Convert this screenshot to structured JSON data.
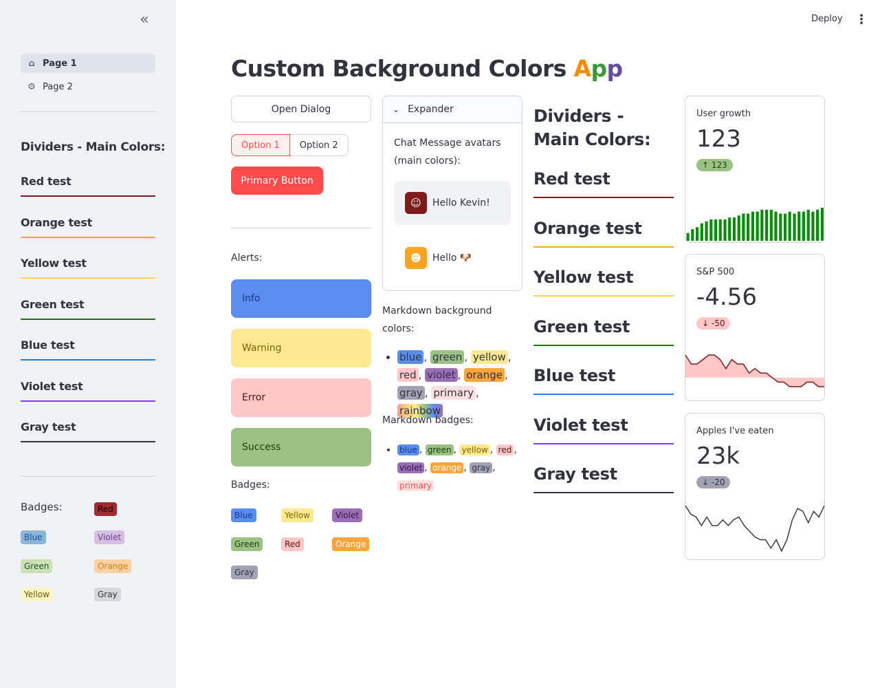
{
  "sidebar": {
    "nav": [
      {
        "label": "Page 1",
        "icon": "home-icon"
      },
      {
        "label": "Page 2",
        "icon": "gear-icon"
      }
    ],
    "heading": "Dividers - Main Colors:",
    "dividers": [
      {
        "label": "Red test",
        "color": "#7d1a1a"
      },
      {
        "label": "Orange test",
        "color": "#ffa421"
      },
      {
        "label": "Yellow test",
        "color": "#ffd24a"
      },
      {
        "label": "Green test",
        "color": "#157a15"
      },
      {
        "label": "Blue test",
        "color": "#1c83e1"
      },
      {
        "label": "Violet test",
        "color": "#803df5"
      },
      {
        "label": "Gray test",
        "color": "#31333f"
      }
    ],
    "badges_label": "Badges:",
    "badges": [
      {
        "label": "Red",
        "bg": "#a12a34",
        "fg": "#1a0000"
      },
      {
        "label": "Blue",
        "bg": "#8ab4d8",
        "fg": "#1c4f9c"
      },
      {
        "label": "Violet",
        "bg": "#d5bfe0",
        "fg": "#6a3d9a"
      },
      {
        "label": "Green",
        "bg": "#cbe2b8",
        "fg": "#21501c"
      },
      {
        "label": "Orange",
        "bg": "#fcd2a5",
        "fg": "#e07b10"
      },
      {
        "label": "Yellow",
        "bg": "#fdf6c7",
        "fg": "#6a5a00"
      },
      {
        "label": "Gray",
        "bg": "#d6d7da",
        "fg": "#31333f"
      }
    ]
  },
  "header": {
    "deploy": "Deploy",
    "menu_icon": "vertical-ellipsis-icon"
  },
  "main": {
    "title": "Custom Background Colors ",
    "title_app": [
      "A",
      "p",
      "p"
    ],
    "open_dialog": "Open Dialog",
    "segmented": [
      "Option 1",
      "Option 2"
    ],
    "primary_button": "Primary Button",
    "alerts_label": "Alerts:",
    "alerts": [
      {
        "label": "Info",
        "bg": "#5b8def",
        "fg": "#0b3b8f"
      },
      {
        "label": "Warning",
        "bg": "#fde990",
        "fg": "#7a6400"
      },
      {
        "label": "Error",
        "bg": "#ffc7c7",
        "fg": "#5c1010"
      },
      {
        "label": "Success",
        "bg": "#9bc184",
        "fg": "#163d0f"
      }
    ],
    "badges_label": "Badges:",
    "badges": [
      {
        "label": "Blue",
        "bg": "#5b8def",
        "fg": "#0b3b8f"
      },
      {
        "label": "Yellow",
        "bg": "#fde990",
        "fg": "#7a6400"
      },
      {
        "label": "Violet",
        "bg": "#9b6fb8",
        "fg": "#2f1346"
      },
      {
        "label": "Green",
        "bg": "#9bc184",
        "fg": "#163d0f"
      },
      {
        "label": "Red",
        "bg": "#ffc7c7",
        "fg": "#5c1010"
      },
      {
        "label": "Orange",
        "bg": "#ffa43a",
        "fg": "#fff"
      },
      {
        "label": "Gray",
        "bg": "#a3a2b5",
        "fg": "#31333f"
      }
    ],
    "expander": {
      "label": "Expander",
      "text": "Chat Message avatars (main colors):",
      "messages": [
        {
          "text": "Hello Kevin!",
          "avatar_color": "#7d1a1a",
          "icon": "user-face-icon"
        },
        {
          "text": "Hello 🐶",
          "avatar_color": "#ffa421",
          "icon": "robot-icon"
        }
      ]
    },
    "md_bg_label": "Markdown background colors:",
    "md_bg": [
      {
        "t": "blue",
        "bg": "#5b8def"
      },
      {
        "t": "green",
        "bg": "#9bc184"
      },
      {
        "t": "yellow",
        "bg": "#fde990"
      },
      {
        "t": "red",
        "bg": "#ffc7c7"
      },
      {
        "t": "violet",
        "bg": "#9b6fb8"
      },
      {
        "t": "orange",
        "bg": "#ffa43a"
      },
      {
        "t": "gray",
        "bg": "#a3a2b5"
      },
      {
        "t": "primary",
        "bg": "#ffe0e0"
      },
      {
        "t": "rainbow",
        "bg": "rainbow"
      }
    ],
    "md_badges_label": "Markdown badges:",
    "md_badges": [
      {
        "t": "blue",
        "bg": "#5b8def",
        "fg": "#0b3b8f"
      },
      {
        "t": "green",
        "bg": "#9bc184",
        "fg": "#163d0f"
      },
      {
        "t": "yellow",
        "bg": "#fde990",
        "fg": "#7a6400"
      },
      {
        "t": "red",
        "bg": "#ffc7c7",
        "fg": "#5c1010"
      },
      {
        "t": "violet",
        "bg": "#9b6fb8",
        "fg": "#2f1346"
      },
      {
        "t": "orange",
        "bg": "#ffa43a",
        "fg": "#fff"
      },
      {
        "t": "gray",
        "bg": "#a3a2b5",
        "fg": "#31333f"
      },
      {
        "t": "primary",
        "bg": "#ffe0e0",
        "fg": "#ff4b4b"
      }
    ],
    "col3_heading": "Dividers - Main Colors:",
    "dividers": [
      {
        "label": "Red test",
        "color": "#7d1a1a"
      },
      {
        "label": "Orange test",
        "color": "#ffa421"
      },
      {
        "label": "Yellow test",
        "color": "#ffd24a"
      },
      {
        "label": "Green test",
        "color": "#157a15"
      },
      {
        "label": "Blue test",
        "color": "#1c83e1"
      },
      {
        "label": "Violet test",
        "color": "#803df5"
      },
      {
        "label": "Gray test",
        "color": "#31333f"
      }
    ],
    "metrics": [
      {
        "label": "User growth",
        "value": "123",
        "delta": "↑ 123",
        "delta_bg": "#9bc184",
        "delta_fg": "#163d0f"
      },
      {
        "label": "S&P 500",
        "value": "-4.56",
        "delta": "↓ -50",
        "delta_bg": "#ffc7c7",
        "delta_fg": "#5c1010"
      },
      {
        "label": "Apples I've eaten",
        "value": "23k",
        "delta": "↓ -20",
        "delta_bg": "#a3a2b5",
        "delta_fg": "#31333f"
      }
    ]
  },
  "chart_data": [
    {
      "type": "bar",
      "values": [
        4,
        6,
        7,
        9,
        10,
        11,
        11,
        11,
        11,
        12,
        12,
        13,
        14,
        14,
        15,
        15,
        16,
        16,
        16,
        15,
        14,
        14,
        15,
        14,
        15,
        15,
        16,
        15,
        16,
        17
      ]
    },
    {
      "type": "area",
      "values": [
        5,
        3,
        3,
        4,
        5,
        5,
        4,
        2,
        4,
        3,
        3,
        1,
        2,
        1,
        1,
        0,
        -1,
        -1,
        -2,
        -2,
        -2,
        -1,
        -1,
        -2,
        -2
      ]
    },
    {
      "type": "line",
      "values": [
        6,
        3,
        2,
        -1,
        2,
        -1,
        -1,
        1,
        -1,
        1,
        2,
        -1,
        -3,
        -5,
        -6,
        -6,
        -9,
        -6,
        -10,
        -6,
        1,
        5,
        4,
        0,
        4,
        2,
        6
      ]
    }
  ]
}
